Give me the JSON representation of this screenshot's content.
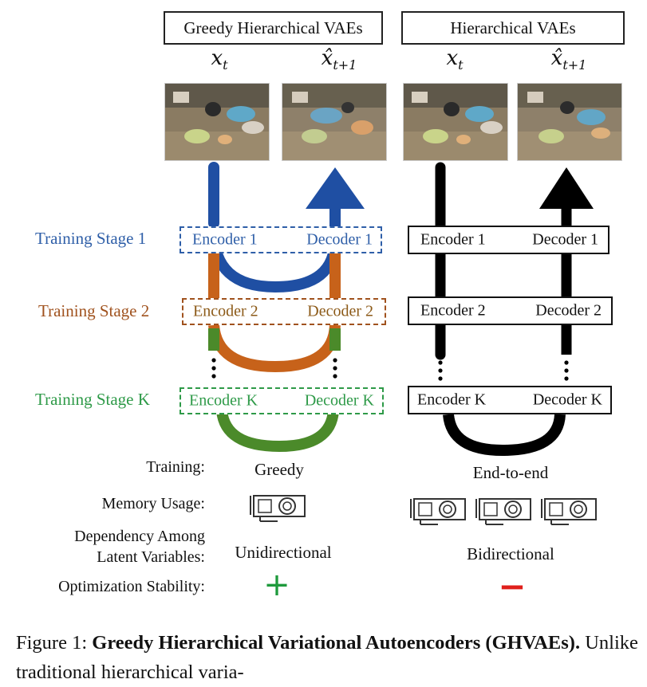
{
  "headers": {
    "greedy": "Greedy Hierarchical VAEs",
    "hierarchical": "Hierarchical VAEs"
  },
  "vars": {
    "x_t_base": "x",
    "x_t_sub": "t",
    "x_next_base": "x̂",
    "x_next_sub": "t+1"
  },
  "stages": [
    {
      "label": "Training Stage 1",
      "encoder": "Encoder 1",
      "decoder": "Decoder 1",
      "color": "#2f5fa8"
    },
    {
      "label": "Training Stage 2",
      "encoder": "Encoder 2",
      "decoder": "Decoder 2",
      "color": "#a0521e"
    },
    {
      "label": "Training Stage K",
      "encoder": "Encoder K",
      "decoder": "Decoder K",
      "color": "#2e9a48"
    }
  ],
  "right_boxes": [
    {
      "encoder": "Encoder 1",
      "decoder": "Decoder 1"
    },
    {
      "encoder": "Encoder 2",
      "decoder": "Decoder 2"
    },
    {
      "encoder": "Encoder K",
      "decoder": "Decoder K"
    }
  ],
  "arrow_colors": {
    "blue": "#1f4fa3",
    "orange": "#c7621a",
    "green": "#4b8a2a",
    "black": "#000000"
  },
  "comparison": {
    "training": {
      "label": "Training:",
      "greedy": "Greedy",
      "hierarchical": "End-to-end"
    },
    "memory": {
      "label": "Memory Usage:",
      "greedy_gpus": 1,
      "hierarchical_gpus": 3
    },
    "dependency": {
      "label_line1": "Dependency Among",
      "label_line2": "Latent Variables:",
      "greedy": "Unidirectional",
      "hierarchical": "Bidirectional"
    },
    "stability": {
      "label": "Optimization Stability:",
      "greedy": "+",
      "hierarchical": "−",
      "plus_color": "#1e9a3c",
      "minus_color": "#e0201c"
    }
  },
  "caption": {
    "prefix": "Figure 1: ",
    "bold": "Greedy Hierarchical Variational Autoencoders (GHVAEs).",
    "rest": " Unlike traditional hierarchical varia-"
  }
}
